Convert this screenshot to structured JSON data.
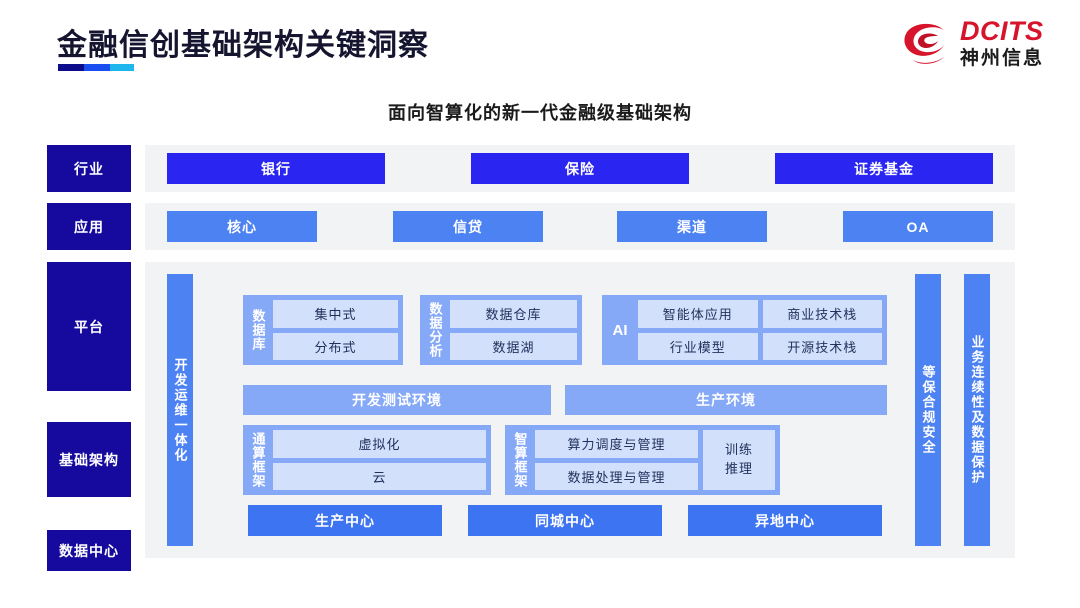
{
  "header": {
    "title": "金融信创基础架构关键洞察",
    "logo": {
      "en": "DCITS",
      "cn": "神州信息",
      "mark": "dcits-swoosh-icon"
    },
    "accent_colors": [
      "#0d0d8c",
      "#1a4ef0",
      "#1fb6ee"
    ]
  },
  "subtitle": "面向智算化的新一代金融级基础架构",
  "colors": {
    "rail": "#160a9e",
    "panel": "#f2f3f5",
    "industry_box": "#2a25f0",
    "app_box": "#4d82f3",
    "group": "#86a9f7",
    "chip": "#d2e0fb",
    "datacenter_box": "#3d74f2",
    "brand_red": "#d6142c"
  },
  "rails": [
    {
      "key": "industry",
      "label": "行业"
    },
    {
      "key": "application",
      "label": "应用"
    },
    {
      "key": "platform",
      "label": "平台"
    },
    {
      "key": "infrastructure",
      "label": "基础架构"
    },
    {
      "key": "datacenter",
      "label": "数据中心"
    }
  ],
  "industry_row": {
    "items": [
      {
        "label": "银行"
      },
      {
        "label": "保险"
      },
      {
        "label": "证券基金"
      }
    ]
  },
  "application_row": {
    "items": [
      {
        "label": "核心"
      },
      {
        "label": "信贷"
      },
      {
        "label": "渠道"
      },
      {
        "label": "OA"
      }
    ]
  },
  "side_bars": {
    "devops": "开发运维一体化",
    "security": "等保合规安全",
    "continuity": "业务连续性及数据保护"
  },
  "platform": {
    "database": {
      "label": "数据库",
      "items": [
        "集中式",
        "分布式"
      ]
    },
    "data_analysis": {
      "label": "数据分析",
      "items": [
        "数据仓库",
        "数据湖"
      ]
    },
    "ai": {
      "label": "AI",
      "items": [
        "智能体应用",
        "商业技术栈",
        "行业模型",
        "开源技术栈"
      ]
    },
    "environments": [
      {
        "label": "开发测试环境"
      },
      {
        "label": "生产环境"
      }
    ]
  },
  "infrastructure": {
    "general_compute": {
      "label": "通算框架",
      "items": [
        "虚拟化",
        "云"
      ]
    },
    "intelligent_compute": {
      "label": "智算框架",
      "items": [
        "算力调度与管理",
        "数据处理与管理"
      ],
      "side": [
        "训练",
        "推理"
      ]
    }
  },
  "datacenter_row": {
    "items": [
      {
        "label": "生产中心"
      },
      {
        "label": "同城中心"
      },
      {
        "label": "异地中心"
      }
    ]
  }
}
